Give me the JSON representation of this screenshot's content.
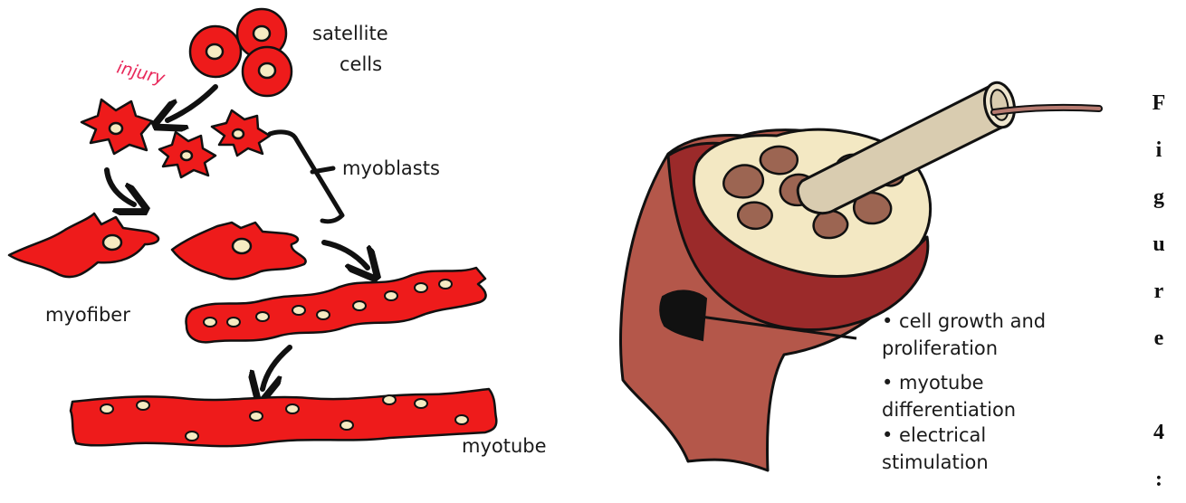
{
  "labels": {
    "satellite_line1": "satellite",
    "satellite_line2": "cells",
    "injury": "injury",
    "myoblasts": "myoblasts",
    "myofiber": "myofiber",
    "myotube": "myotube"
  },
  "bullets": [
    "• cell growth and",
    "proliferation",
    "• myotube",
    "differentiation",
    "• electrical",
    "stimulation"
  ],
  "caption": {
    "text": "Figure 4:",
    "chars": [
      "F",
      "i",
      "g",
      "u",
      "r",
      "e",
      "",
      "4",
      ":"
    ]
  },
  "colors": {
    "cell_red": "#ee1b1b",
    "nucleus": "#f6ebc2",
    "injury_pink": "#e8285a",
    "muscle_outer": "#b4574a",
    "muscle_band": "#9b2a2a",
    "fascicle": "#9c6552",
    "scaffold": "#f3e8c3",
    "tube": "#d9ccb0",
    "wire": "#b67a70"
  }
}
